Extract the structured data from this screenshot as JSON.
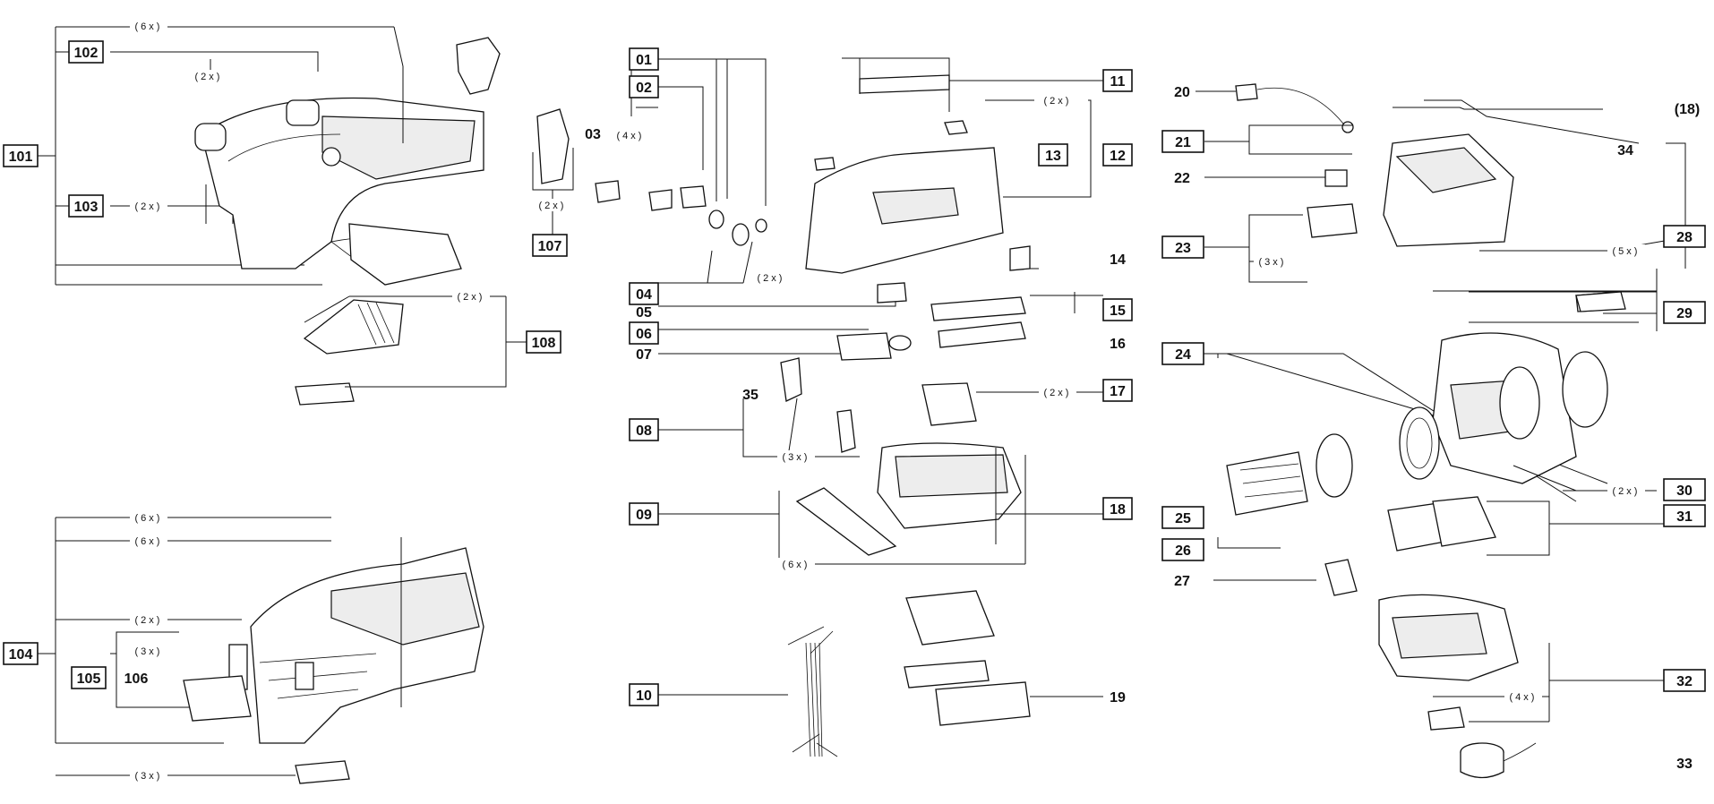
{
  "colors": {
    "ink": "#111111",
    "paper": "#ffffff",
    "shade": "#ededed"
  },
  "labels": {
    "l101": "101",
    "l102": "102",
    "l103": "103",
    "l104": "104",
    "l105": "105",
    "l106": "106",
    "l107": "107",
    "l108": "108",
    "l01": "01",
    "l02": "02",
    "l03": "03",
    "l04": "04",
    "l05": "05",
    "l06": "06",
    "l07": "07",
    "l08": "08",
    "l09": "09",
    "l10": "10",
    "l11": "11",
    "l12": "12",
    "l13": "13",
    "l14": "14",
    "l15": "15",
    "l16": "16",
    "l17": "17",
    "l18": "18",
    "l19": "19",
    "l20": "20",
    "l21": "21",
    "l22": "22",
    "l23": "23",
    "l24": "24",
    "l25": "25",
    "l26": "26",
    "l27": "27",
    "l28": "28",
    "l29": "29",
    "l30": "30",
    "l31": "31",
    "l32": "32",
    "l33": "33",
    "l34": "34",
    "l35": "35",
    "l18p": "(18)"
  },
  "quantities": {
    "q6x": "(6x)",
    "q2x": "(2x)",
    "q3x": "(3x)",
    "q4x": "(4x)",
    "q5x": "(5x)"
  }
}
